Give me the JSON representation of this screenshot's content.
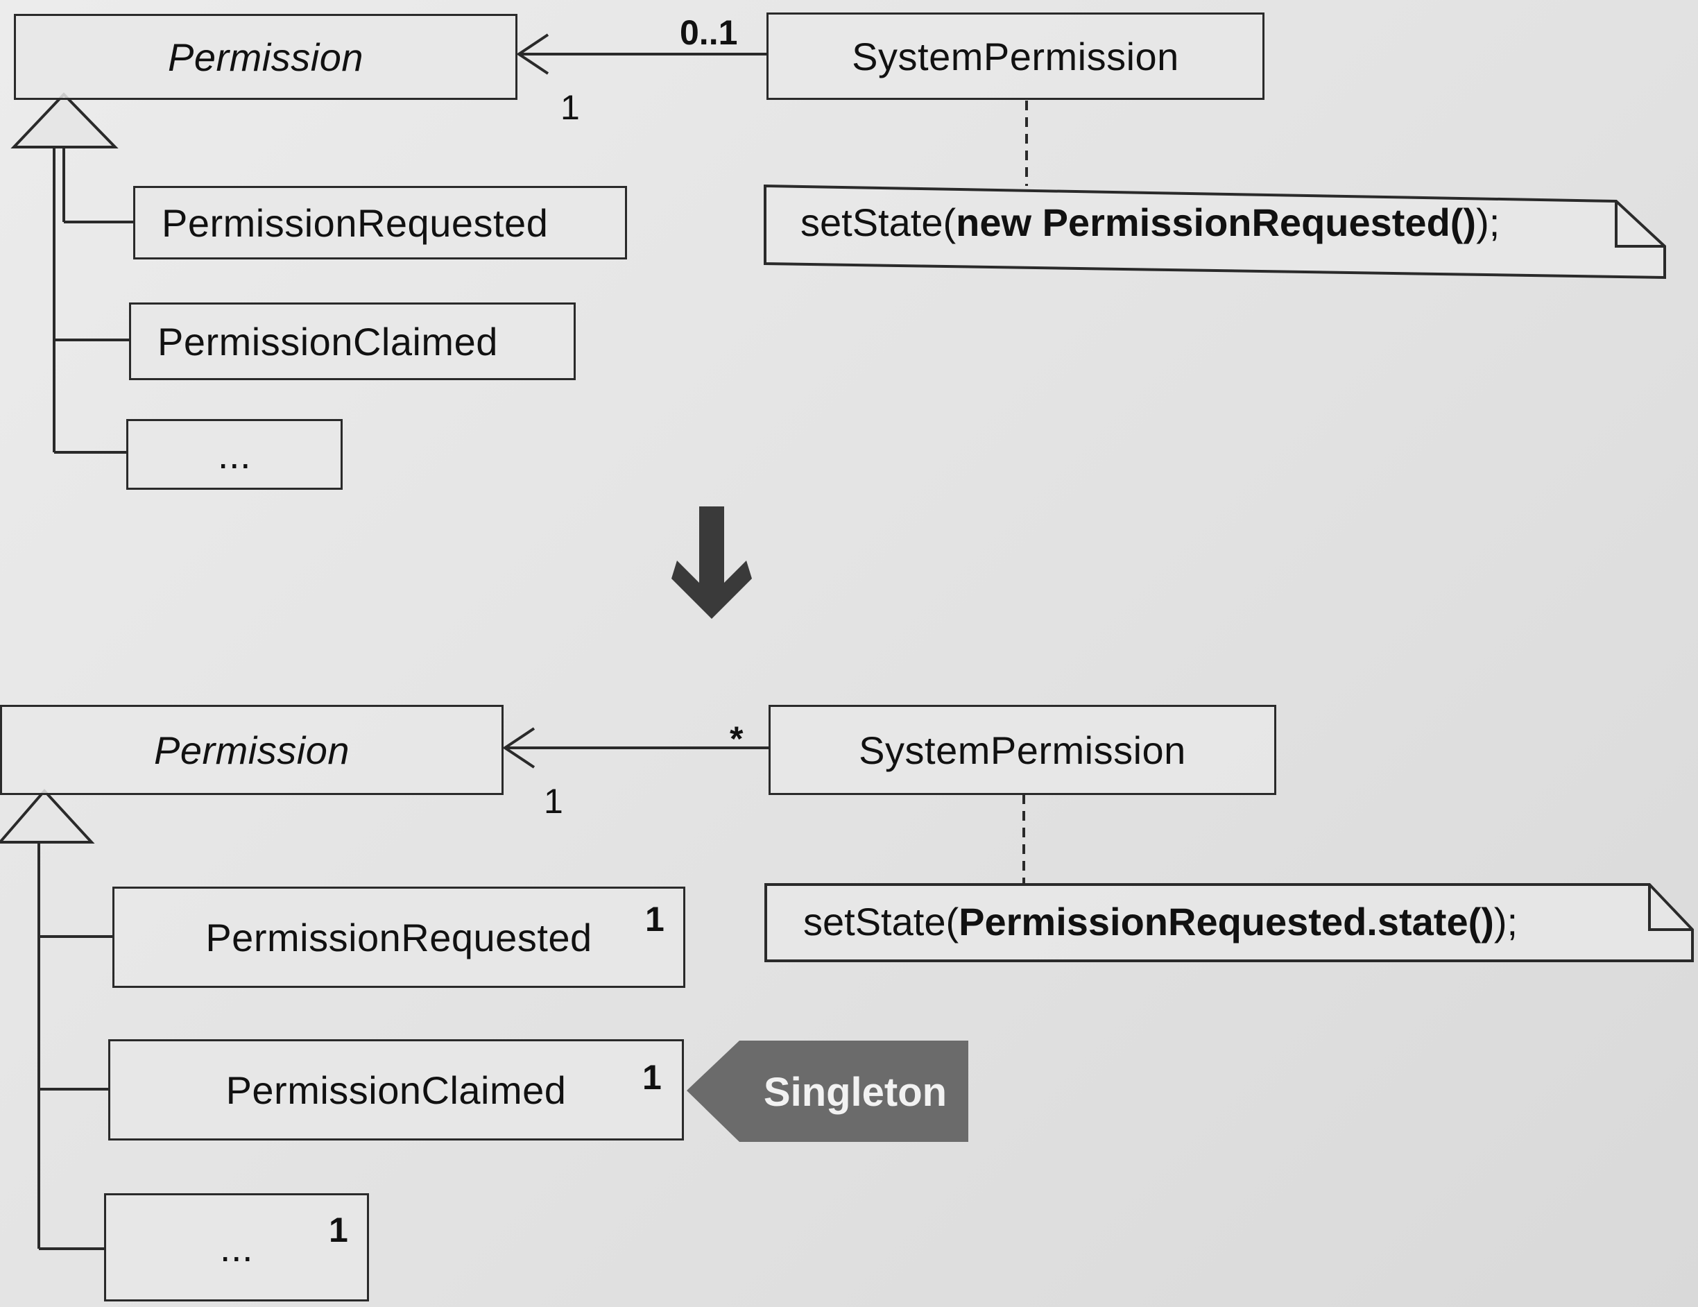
{
  "top": {
    "permission": "Permission",
    "system_permission": "SystemPermission",
    "permission_requested": "PermissionRequested",
    "permission_claimed": "PermissionClaimed",
    "more": "...",
    "mult_system_side": "0..1",
    "mult_permission_side": "1",
    "note_prefix": "setState(",
    "note_code": "new PermissionRequested()",
    "note_suffix": ");"
  },
  "bottom": {
    "permission": "Permission",
    "system_permission": "SystemPermission",
    "permission_requested": "PermissionRequested",
    "permission_claimed": "PermissionClaimed",
    "more": "...",
    "mult_system_side": "*",
    "mult_permission_side": "1",
    "mult_requested": "1",
    "mult_claimed": "1",
    "mult_more": "1",
    "note_prefix": "setState(",
    "note_code": "PermissionRequested.state()",
    "note_suffix": ");",
    "singleton_label": "Singleton"
  },
  "colors": {
    "ink": "#2a2a2a",
    "singleton_fill": "#6b6b6b",
    "singleton_text": "#f2f2f2"
  }
}
